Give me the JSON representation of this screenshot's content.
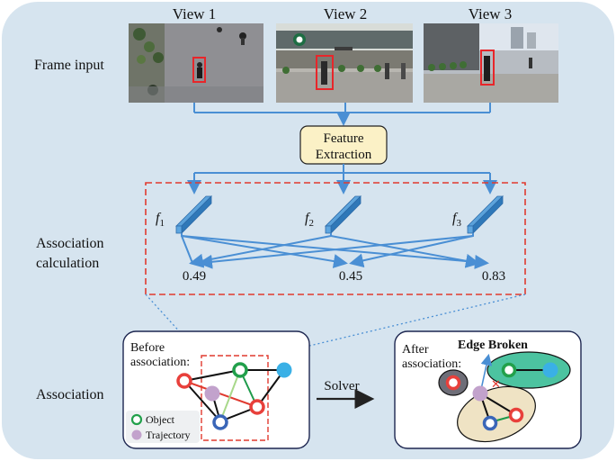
{
  "rows": {
    "frame_input": "Frame input",
    "association_calc_line1": "Association",
    "association_calc_line2": "calculation",
    "association": "Association"
  },
  "views": [
    "View 1",
    "View 2",
    "View 3"
  ],
  "feature_box": {
    "line1": "Feature",
    "line2": "Extraction"
  },
  "features": [
    {
      "letter": "f",
      "sub": "1"
    },
    {
      "letter": "f",
      "sub": "2"
    },
    {
      "letter": "f",
      "sub": "3"
    }
  ],
  "scores": [
    {
      "value": "0.49",
      "color": "#8dc45a"
    },
    {
      "value": "0.45",
      "color": "#e03a2f"
    },
    {
      "value": "0.83",
      "color": "#1e9a4a"
    }
  ],
  "before": {
    "line1": "Before",
    "line2": "association:",
    "legend_object": "Object",
    "legend_trajectory": "Trajectory"
  },
  "solver": "Solver",
  "after": {
    "line1": "After",
    "line2": "association:",
    "edge_broken": "Edge Broken"
  },
  "colors": {
    "background": "#d6e4ef",
    "flow_line": "#4a8fd4",
    "feature_box_fill": "#fbf1c6",
    "dashed_box": "#e03a2f",
    "node_red": "#e8403b",
    "node_green": "#22a04b",
    "node_blue": "#3a66b8",
    "node_cyan": "#3ab0e6",
    "node_purple": "#c2a2cc",
    "cluster_beige": "#efe3c4",
    "cluster_green": "#4cc3a0",
    "cluster_gray": "#6e6e78"
  }
}
